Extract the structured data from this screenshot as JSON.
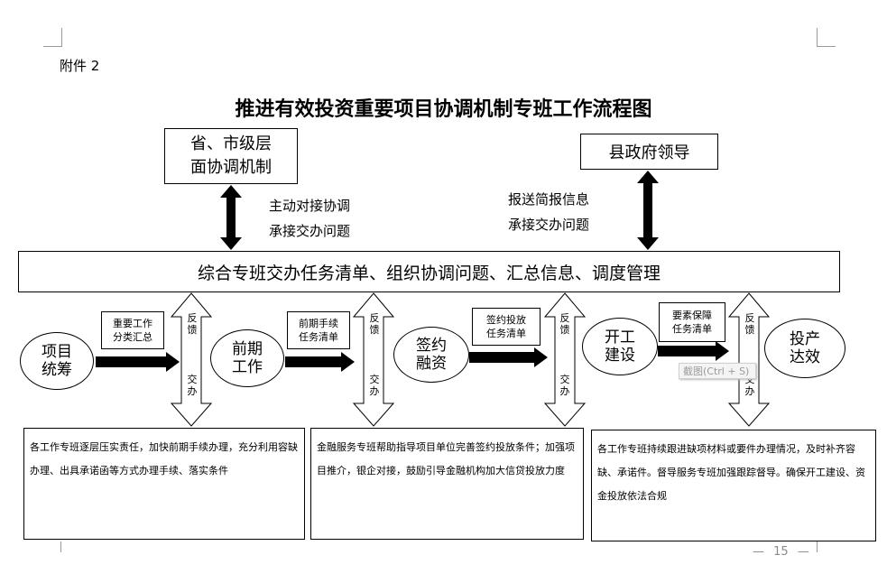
{
  "header": {
    "attachment": "附件 2"
  },
  "title": "推进有效投资重要项目协调机制专班工作流程图",
  "top": {
    "left_box": "省、市级层\n面协调机制",
    "right_box": "县政府领导",
    "left_note": [
      "主动对接协调",
      "承接交办问题"
    ],
    "right_note": [
      "报送简报信息",
      "承接交办问题"
    ]
  },
  "main_bar": "综合专班交办任务清单、组织协调问题、汇总信息、调度管理",
  "stages": [
    {
      "name": "项目\n统筹"
    },
    {
      "name": "前期\n工作"
    },
    {
      "name": "签约\n融资"
    },
    {
      "name": "开工\n建设"
    },
    {
      "name": "投产\n达效"
    }
  ],
  "arrow_labels": [
    "重要工作\n分类汇总",
    "前期手续\n任务清单",
    "签约投放\n任务清单",
    "要素保障\n任务清单"
  ],
  "vertical_labels": {
    "top": "反\n馈",
    "bottom": "交\n办"
  },
  "screenshot_tip": "截图(Ctrl + S)",
  "bottom_boxes": [
    "各工作专班逐层压实责任，加快前期手续办理，充分利用容缺办理、出具承诺函等方式办理手续、落实条件",
    "金融服务专班帮助指导项目单位完善签约投放条件；加强项目推介，银企对接，鼓励引导金融机构加大信贷投放力度",
    "各工作专班持续跟进缺项材料或要件办理情况，及时补齐容缺、承诺件。督导服务专班加强跟踪督导。确保开工建设、资金投放依法合规"
  ],
  "page_number": "15"
}
